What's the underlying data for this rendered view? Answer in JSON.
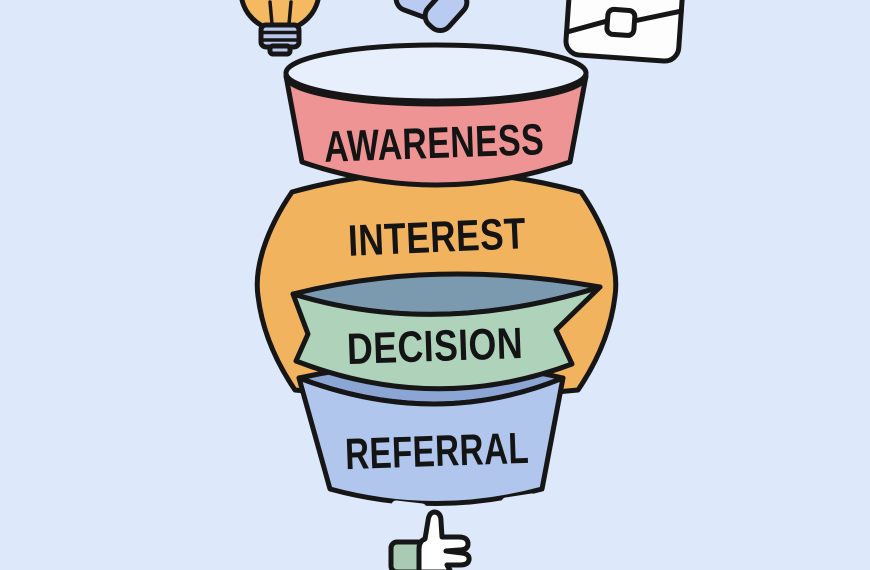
{
  "colors": {
    "background": "#dde8fa",
    "outline": "#161616",
    "label_text": "#141414"
  },
  "funnel": {
    "type": "funnel",
    "stages": [
      {
        "label": "AWARENESS",
        "band_color": "#ef9494",
        "opening_color": "#e7effc"
      },
      {
        "label": "INTEREST",
        "band_color": "#f2b35e"
      },
      {
        "label": "DECISION",
        "band_color": "#afd3ba",
        "inner_rim_color": "#7b9ab0"
      },
      {
        "label": "REFERRAL",
        "band_color": "#b0c6ec",
        "inner_rim_color": "#8ba6d4"
      }
    ]
  },
  "icons": [
    {
      "name": "lightbulb-icon",
      "bulb_color": "#f5b961",
      "base_color": "#b9c7ea"
    },
    {
      "name": "magnifier-icon",
      "color": "#b9cbf0"
    },
    {
      "name": "briefcase-icon",
      "color": "#fdfdfe"
    },
    {
      "name": "thumbs-up-icon",
      "hand_color": "#ffffff",
      "cuff_color": "#a9cbb4"
    }
  ]
}
